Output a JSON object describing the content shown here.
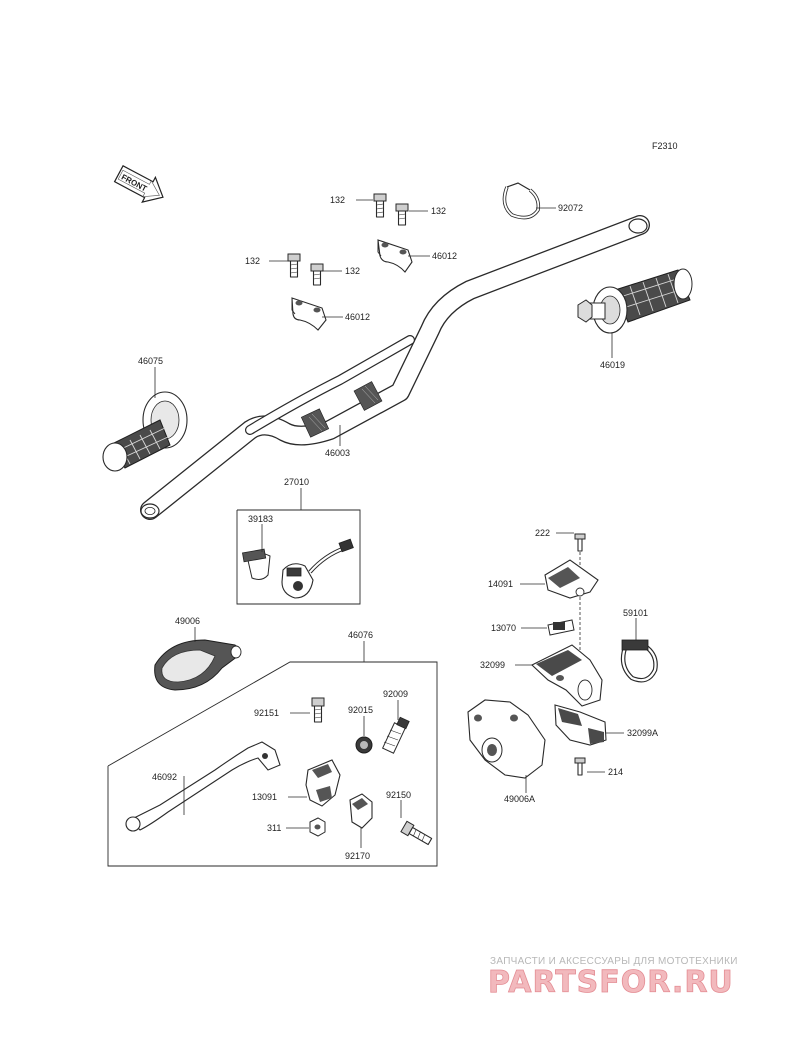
{
  "figure_code": "F2310",
  "front_arrow_label": "FRONT",
  "parts": {
    "p132a": "132",
    "p132b": "132",
    "p132c": "132",
    "p132d": "132",
    "p46012a": "46012",
    "p46012b": "46012",
    "p92072": "92072",
    "p46019": "46019",
    "p46075": "46075",
    "p46003": "46003",
    "p27010": "27010",
    "p39183": "39183",
    "p222": "222",
    "p14091": "14091",
    "p13070": "13070",
    "p59101": "59101",
    "p32099": "32099",
    "p32099A": "32099A",
    "p214": "214",
    "p49006A": "49006A",
    "p49006": "49006",
    "p46076": "46076",
    "p92009": "92009",
    "p92151": "92151",
    "p92015": "92015",
    "p46092": "46092",
    "p13091": "13091",
    "p92150": "92150",
    "p311": "311",
    "p92170": "92170"
  },
  "watermark": {
    "tagline": "ЗАПЧАСТИ И АКСЕССУАРЫ ДЛЯ МОТОТЕХНИКИ",
    "logo_text": "PARTSFOR.RU"
  }
}
